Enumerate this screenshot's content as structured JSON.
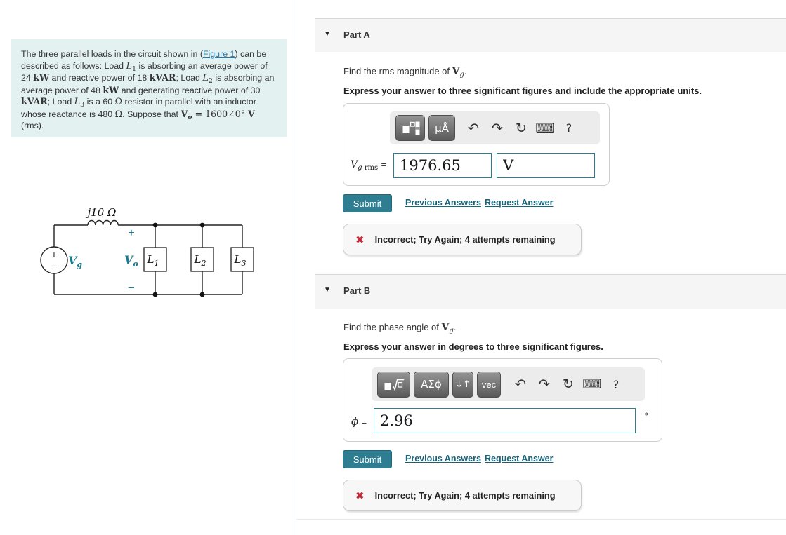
{
  "problem": {
    "segments": [
      {
        "text": "The three parallel loads in the circuit shown in ("
      },
      {
        "text": "Figure 1"
      },
      {
        "text": ") can be described as follows: Load "
      },
      {
        "text": "L"
      },
      {
        "text": "1"
      },
      {
        "text": " is absorbing an average power of 24 "
      },
      {
        "text": "kW"
      },
      {
        "text": " and reactive power of 18 "
      },
      {
        "text": "kVAR"
      },
      {
        "text": "; Load "
      },
      {
        "text": "L"
      },
      {
        "text": "2"
      },
      {
        "text": " is absorbing an average power of 48 "
      },
      {
        "text": "kW"
      },
      {
        "text": " and generating reactive power of 30 "
      },
      {
        "text": "kVAR"
      },
      {
        "text": "; Load "
      },
      {
        "text": "L"
      },
      {
        "text": "3"
      },
      {
        "text": " is a 60 "
      },
      {
        "text": "Ω"
      },
      {
        "text": " resistor in parallel with an inductor whose reactance is 480 "
      },
      {
        "text": "Ω"
      },
      {
        "text": ". Suppose that "
      },
      {
        "text": "V"
      },
      {
        "text": "o"
      },
      {
        "text": " = 1600∠0° "
      },
      {
        "text": "V"
      },
      {
        "text": " (rms)."
      }
    ]
  },
  "circuit": {
    "inductor_label": "j10 Ω",
    "vo_plus": "+",
    "vo_minus": "−",
    "source_plus": "+",
    "source_minus": "−",
    "vg": {
      "main": "V",
      "sub": "g"
    },
    "vo": {
      "main": "V",
      "sub": "o"
    },
    "loads": [
      {
        "name": "L",
        "sub": "1"
      },
      {
        "name": "L",
        "sub": "2"
      },
      {
        "name": "L",
        "sub": "3"
      }
    ]
  },
  "icons": {
    "caret": "▼",
    "undo": "↶",
    "redo": "↷",
    "reset": "↻",
    "keyboard": "⌨",
    "help": "?",
    "cross": "✖"
  },
  "actions": {
    "submit": "Submit",
    "previous": "Previous Answers",
    "request": "Request Answer",
    "feedback": "Incorrect; Try Again; 4 attempts remaining"
  },
  "parts": {
    "a": {
      "title": "Part A",
      "prompt_prefix": "Find the rms magnitude of ",
      "var_main": "V",
      "var_sub": "g",
      "prompt_suffix": ".",
      "instruction": "Express your answer to three significant figures and include the appropriate units.",
      "label_main": "V",
      "label_sub_g": "g",
      "label_sub_rms": "rms",
      "equals": "=",
      "value": "1976.65",
      "units_value": "V",
      "toolbar": {
        "units_button": "μÅ"
      }
    },
    "b": {
      "title": "Part B",
      "prompt_prefix": "Find the phase angle of ",
      "var_main": "V",
      "var_sub": "g",
      "prompt_suffix": ".",
      "instruction": "Express your answer in degrees to three significant figures.",
      "label_main": "ϕ",
      "equals": "=",
      "value": "2.96",
      "degree_symbol": "°",
      "toolbar": {
        "greek_button": "ΑΣϕ",
        "updown_button": "↓↑",
        "vec_button": "vec"
      }
    }
  }
}
